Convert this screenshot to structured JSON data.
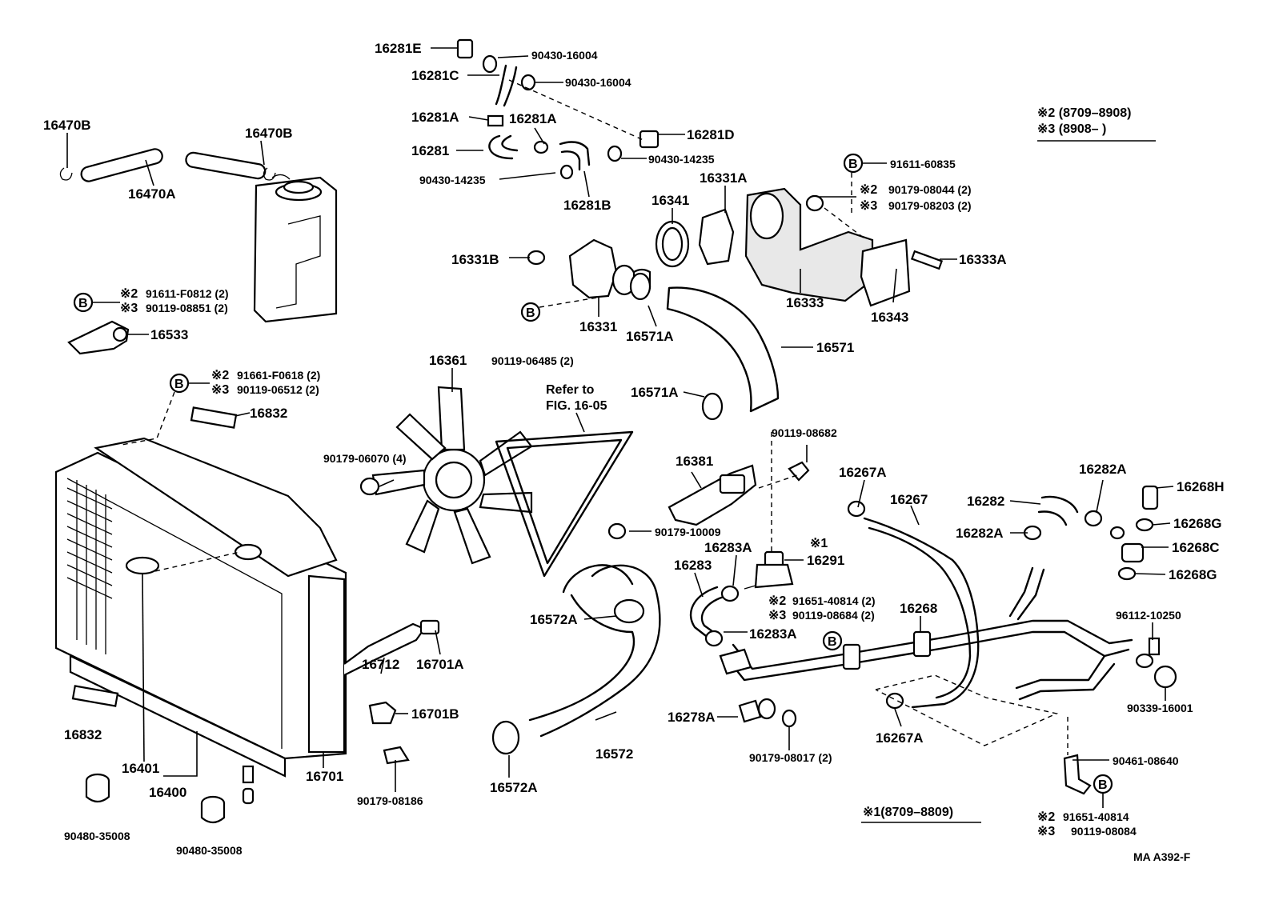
{
  "labels": {
    "p16281E": "16281E",
    "p90430_16004_a": "90430-16004",
    "p16281C": "16281C",
    "p90430_16004_b": "90430-16004",
    "p16281A_a": "16281A",
    "p16281A_b": "16281A",
    "p16281D": "16281D",
    "p16281": "16281",
    "p90430_14235_a": "90430-14235",
    "p90430_14235_b": "90430-14235",
    "p16281B": "16281B",
    "p16470B_a": "16470B",
    "p16470B_b": "16470B",
    "p16470A": "16470A",
    "p91611_60835": "91611-60835",
    "p16331A": "16331A",
    "p16341": "16341",
    "p90179_08044": "90179-08044 (2)",
    "p90179_08203": "90179-08203 (2)",
    "p16331B": "16331B",
    "p16333A": "16333A",
    "p16333": "16333",
    "p16343": "16343",
    "p16331": "16331",
    "p16571A_a": "16571A",
    "p16571A_b": "16571A",
    "p16571": "16571",
    "p90119_06485": "90119-06485 (2)",
    "p91611_F0812": "91611-F0812 (2)",
    "p90119_08851": "90119-08851 (2)",
    "p16533": "16533",
    "p16361": "16361",
    "p91661_F0618": "91661-F0618 (2)",
    "p90119_06512": "90119-06512 (2)",
    "p16832_a": "16832",
    "p16832_b": "16832",
    "p90179_06070": "90179-06070 (4)",
    "p90119_08682": "90119-08682",
    "p16381": "16381",
    "p90179_10009": "90179-10009",
    "p16267A_a": "16267A",
    "p16267A_b": "16267A",
    "p16267": "16267",
    "p16282A_a": "16282A",
    "p16282A_b": "16282A",
    "p16282": "16282",
    "p16268H": "16268H",
    "p16268G_a": "16268G",
    "p16268G_b": "16268G",
    "p16268C": "16268C",
    "p16283A_a": "16283A",
    "p16283A_b": "16283A",
    "p16283": "16283",
    "p16291": "16291",
    "p91651_40814_a": "91651-40814 (2)",
    "p90119_08684": "90119-08684 (2)",
    "p16268": "16268",
    "p96112_10250": "96112-10250",
    "p16572A_a": "16572A",
    "p16572A_b": "16572A",
    "p16572": "16572",
    "p16712": "16712",
    "p16701A": "16701A",
    "p16701B": "16701B",
    "p16701": "16701",
    "p90179_08186": "90179-08186",
    "p16401": "16401",
    "p16400": "16400",
    "p90480_35008_a": "90480-35008",
    "p90480_35008_b": "90480-35008",
    "p16278A": "16278A",
    "p90179_08017": "90179-08017 (2)",
    "p90339_16001": "90339-16001",
    "p90461_08640": "90461-08640",
    "p91651_40814_b": "91651-40814",
    "p90119_08084": "90119-08084"
  },
  "refer": {
    "line1": "Refer to",
    "line2": "FIG. 16-05"
  },
  "marks": {
    "m2": "※2",
    "m3": "※3",
    "m1": "※1",
    "circleB": "B"
  },
  "legend": {
    "r2": "※2 (8709–8908)",
    "r3": "※3 (8908–        )",
    "r1": "※1(8709–8809)"
  },
  "figure_code": "MA A392-F"
}
